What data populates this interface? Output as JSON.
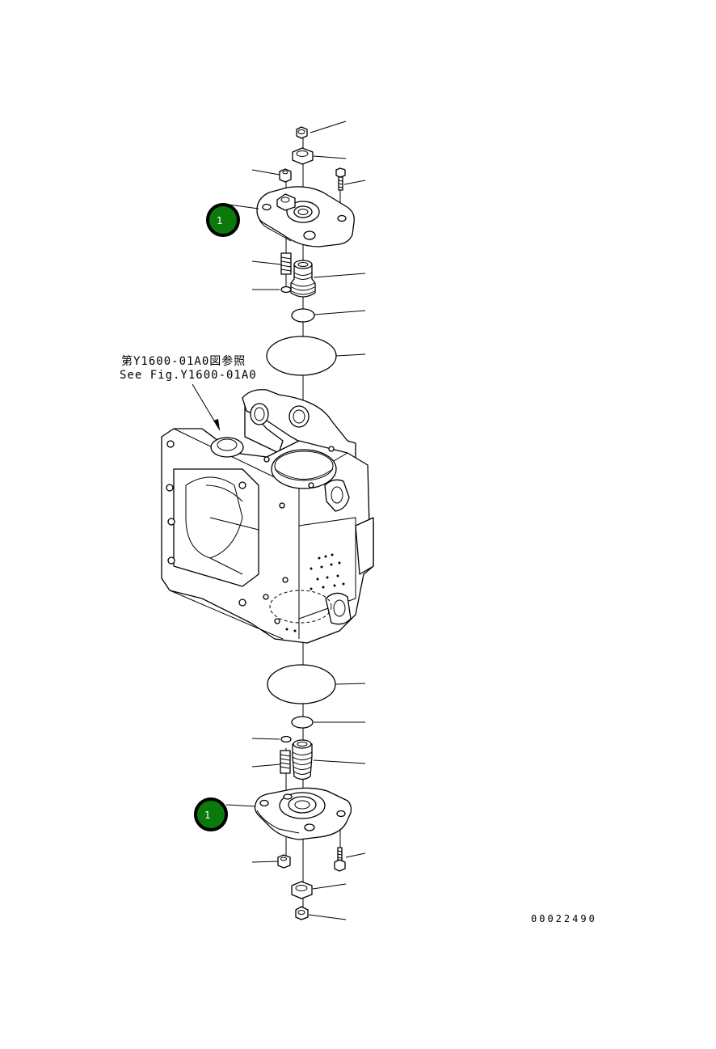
{
  "reference_note": {
    "line1": "第Y1600-01A0図参照",
    "line2": "See Fig.Y1600-01A0"
  },
  "callouts": [
    {
      "label": "1"
    },
    {
      "label": "1"
    }
  ],
  "drawing_code": "00022490",
  "colors": {
    "callout_fill": "#0a7a0a",
    "line": "#000000",
    "background": "#ffffff"
  }
}
